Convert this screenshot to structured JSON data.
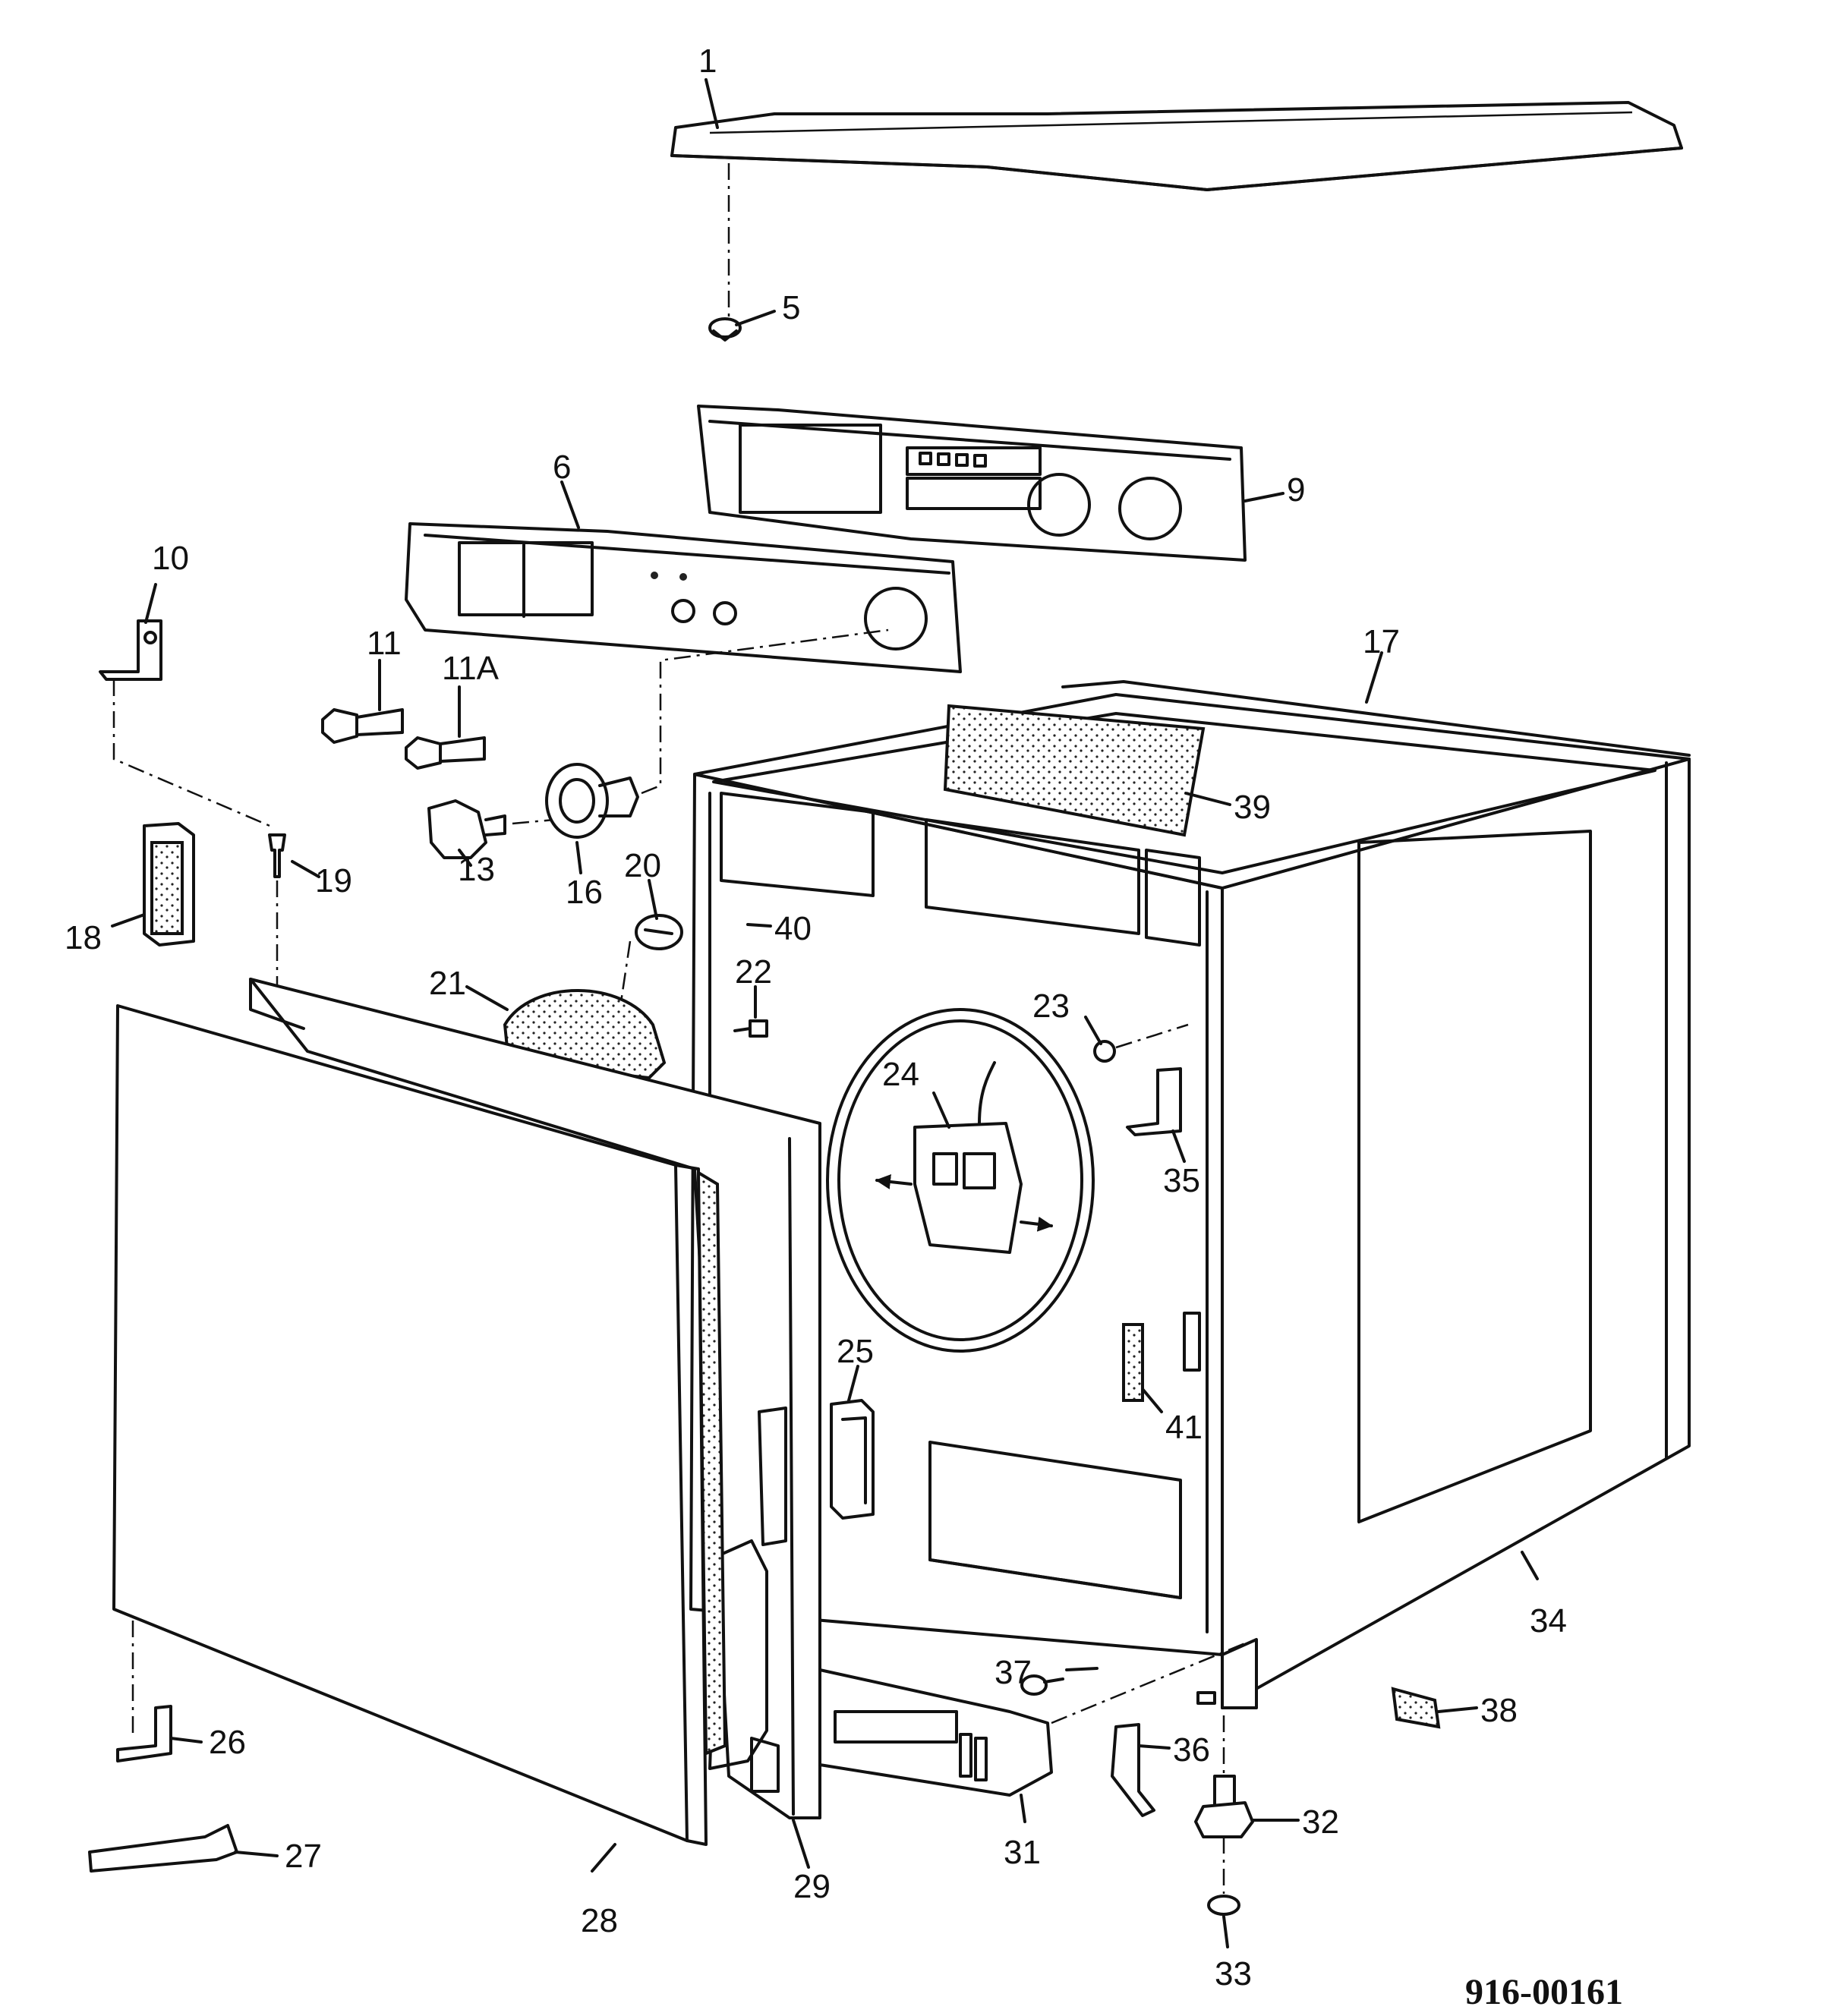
{
  "drawing_code": "916-00161",
  "callouts": [
    {
      "id": "1",
      "text": "1"
    },
    {
      "id": "5",
      "text": "5"
    },
    {
      "id": "6",
      "text": "6"
    },
    {
      "id": "9",
      "text": "9"
    },
    {
      "id": "10",
      "text": "10"
    },
    {
      "id": "11",
      "text": "11"
    },
    {
      "id": "11A",
      "text": "11A"
    },
    {
      "id": "13",
      "text": "13"
    },
    {
      "id": "16",
      "text": "16"
    },
    {
      "id": "17",
      "text": "17"
    },
    {
      "id": "18",
      "text": "18"
    },
    {
      "id": "19",
      "text": "19"
    },
    {
      "id": "20",
      "text": "20"
    },
    {
      "id": "21",
      "text": "21"
    },
    {
      "id": "22",
      "text": "22"
    },
    {
      "id": "23",
      "text": "23"
    },
    {
      "id": "24",
      "text": "24"
    },
    {
      "id": "25",
      "text": "25"
    },
    {
      "id": "26",
      "text": "26"
    },
    {
      "id": "27",
      "text": "27"
    },
    {
      "id": "28",
      "text": "28"
    },
    {
      "id": "29",
      "text": "29"
    },
    {
      "id": "31",
      "text": "31"
    },
    {
      "id": "32",
      "text": "32"
    },
    {
      "id": "33",
      "text": "33"
    },
    {
      "id": "34",
      "text": "34"
    },
    {
      "id": "35",
      "text": "35"
    },
    {
      "id": "36",
      "text": "36"
    },
    {
      "id": "37",
      "text": "37"
    },
    {
      "id": "38",
      "text": "38"
    },
    {
      "id": "39",
      "text": "39"
    },
    {
      "id": "40",
      "text": "40"
    },
    {
      "id": "41",
      "text": "41"
    }
  ]
}
